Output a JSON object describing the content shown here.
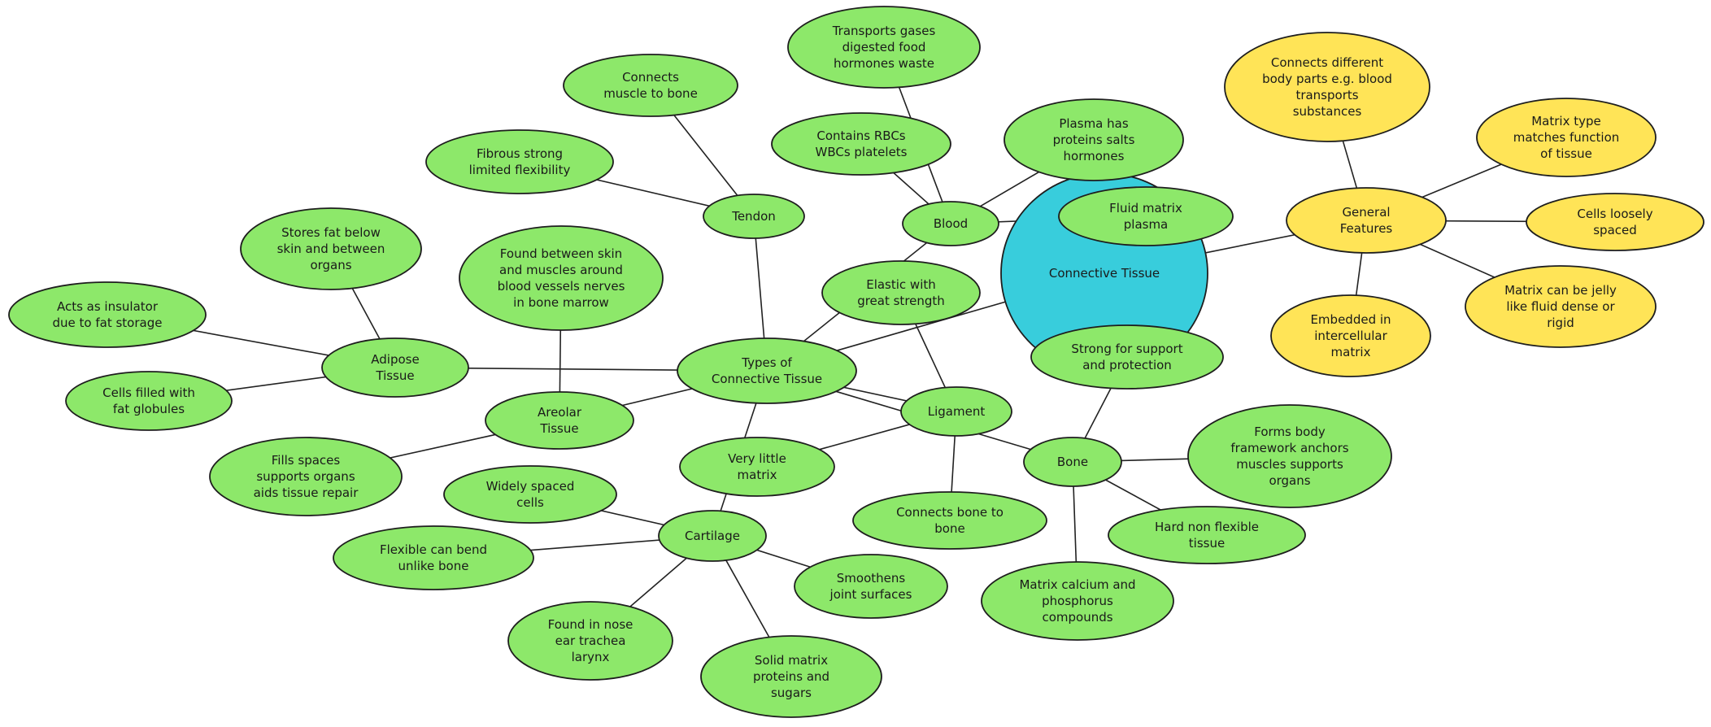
{
  "diagram": {
    "colors": {
      "root": "#38CDDC",
      "branch": "#8DE86A",
      "general": "#FFE457",
      "stroke": "#1e1e1e"
    },
    "nodes": [
      {
        "id": "root",
        "kind": "root",
        "lines": [
          "Connective Tissue"
        ]
      },
      {
        "id": "types",
        "kind": "branch",
        "lines": [
          "Types of",
          "Connective Tissue"
        ]
      },
      {
        "id": "adipose",
        "kind": "branch",
        "lines": [
          "Adipose",
          "Tissue"
        ]
      },
      {
        "id": "stores_fat",
        "kind": "branch",
        "lines": [
          "Stores fat below",
          "skin and between",
          "organs"
        ]
      },
      {
        "id": "insulator",
        "kind": "branch",
        "lines": [
          "Acts as insulator",
          "due to fat storage"
        ]
      },
      {
        "id": "fat_globules",
        "kind": "branch",
        "lines": [
          "Cells filled with",
          "fat globules"
        ]
      },
      {
        "id": "areolar",
        "kind": "branch",
        "lines": [
          "Areolar",
          "Tissue"
        ]
      },
      {
        "id": "found_between",
        "kind": "branch",
        "lines": [
          "Found between skin",
          "and muscles around",
          "blood vessels nerves",
          "in bone marrow"
        ]
      },
      {
        "id": "fills_spaces",
        "kind": "branch",
        "lines": [
          "Fills spaces",
          "supports organs",
          "aids tissue repair"
        ]
      },
      {
        "id": "tendon",
        "kind": "branch",
        "lines": [
          "Tendon"
        ]
      },
      {
        "id": "muscle_bone",
        "kind": "branch",
        "lines": [
          "Connects",
          "muscle to bone"
        ]
      },
      {
        "id": "fibrous",
        "kind": "branch",
        "lines": [
          "Fibrous strong",
          "limited flexibility"
        ]
      },
      {
        "id": "blood",
        "kind": "branch",
        "lines": [
          "Blood"
        ]
      },
      {
        "id": "transports",
        "kind": "branch",
        "lines": [
          "Transports gases",
          "digested food",
          "hormones waste"
        ]
      },
      {
        "id": "rbcs",
        "kind": "branch",
        "lines": [
          "Contains RBCs",
          "WBCs platelets"
        ]
      },
      {
        "id": "plasma_has",
        "kind": "branch",
        "lines": [
          "Plasma has",
          "proteins salts",
          "hormones"
        ]
      },
      {
        "id": "fluid_matrix",
        "kind": "branch",
        "lines": [
          "Fluid matrix",
          "plasma"
        ]
      },
      {
        "id": "general",
        "kind": "general",
        "lines": [
          "General",
          "Features"
        ]
      },
      {
        "id": "connects_parts",
        "kind": "general",
        "lines": [
          "Connects different",
          "body parts e.g. blood",
          "transports",
          "substances"
        ]
      },
      {
        "id": "matrix_type",
        "kind": "general",
        "lines": [
          "Matrix type",
          "matches function",
          "of tissue"
        ]
      },
      {
        "id": "cells_loose",
        "kind": "general",
        "lines": [
          "Cells loosely",
          "spaced"
        ]
      },
      {
        "id": "matrix_jelly",
        "kind": "general",
        "lines": [
          "Matrix can be jelly",
          "like fluid dense or",
          "rigid"
        ]
      },
      {
        "id": "embedded",
        "kind": "general",
        "lines": [
          "Embedded in",
          "intercellular",
          "matrix"
        ]
      },
      {
        "id": "elastic",
        "kind": "branch",
        "lines": [
          "Elastic with",
          "great strength"
        ]
      },
      {
        "id": "strong_support",
        "kind": "branch",
        "lines": [
          "Strong for support",
          "and protection"
        ]
      },
      {
        "id": "ligament",
        "kind": "branch",
        "lines": [
          "Ligament"
        ]
      },
      {
        "id": "little_matrix",
        "kind": "branch",
        "lines": [
          "Very little",
          "matrix"
        ]
      },
      {
        "id": "bone_bone",
        "kind": "branch",
        "lines": [
          "Connects bone to",
          "bone"
        ]
      },
      {
        "id": "bone",
        "kind": "branch",
        "lines": [
          "Bone"
        ]
      },
      {
        "id": "framework",
        "kind": "branch",
        "lines": [
          "Forms body",
          "framework anchors",
          "muscles supports",
          "organs"
        ]
      },
      {
        "id": "hard",
        "kind": "branch",
        "lines": [
          "Hard non flexible",
          "tissue"
        ]
      },
      {
        "id": "calcium",
        "kind": "branch",
        "lines": [
          "Matrix calcium and",
          "phosphorus",
          "compounds"
        ]
      },
      {
        "id": "cartilage",
        "kind": "branch",
        "lines": [
          "Cartilage"
        ]
      },
      {
        "id": "widely",
        "kind": "branch",
        "lines": [
          "Widely spaced",
          "cells"
        ]
      },
      {
        "id": "flexible",
        "kind": "branch",
        "lines": [
          "Flexible can bend",
          "unlike bone"
        ]
      },
      {
        "id": "smoothens",
        "kind": "branch",
        "lines": [
          "Smoothens",
          "joint surfaces"
        ]
      },
      {
        "id": "nose",
        "kind": "branch",
        "lines": [
          "Found in nose",
          "ear trachea",
          "larynx"
        ]
      },
      {
        "id": "solid",
        "kind": "branch",
        "lines": [
          "Solid matrix",
          "proteins and",
          "sugars"
        ]
      }
    ],
    "edges": [
      [
        "types",
        "root"
      ],
      [
        "types",
        "adipose"
      ],
      [
        "types",
        "areolar"
      ],
      [
        "types",
        "tendon"
      ],
      [
        "types",
        "blood"
      ],
      [
        "types",
        "ligament"
      ],
      [
        "types",
        "bone"
      ],
      [
        "types",
        "cartilage"
      ],
      [
        "adipose",
        "stores_fat"
      ],
      [
        "adipose",
        "insulator"
      ],
      [
        "adipose",
        "fat_globules"
      ],
      [
        "areolar",
        "found_between"
      ],
      [
        "areolar",
        "fills_spaces"
      ],
      [
        "tendon",
        "muscle_bone"
      ],
      [
        "tendon",
        "fibrous"
      ],
      [
        "blood",
        "transports"
      ],
      [
        "blood",
        "rbcs"
      ],
      [
        "blood",
        "plasma_has"
      ],
      [
        "blood",
        "fluid_matrix"
      ],
      [
        "ligament",
        "elastic"
      ],
      [
        "ligament",
        "little_matrix"
      ],
      [
        "ligament",
        "bone_bone"
      ],
      [
        "bone",
        "strong_support"
      ],
      [
        "bone",
        "framework"
      ],
      [
        "bone",
        "hard"
      ],
      [
        "bone",
        "calcium"
      ],
      [
        "cartilage",
        "widely"
      ],
      [
        "cartilage",
        "flexible"
      ],
      [
        "cartilage",
        "smoothens"
      ],
      [
        "cartilage",
        "nose"
      ],
      [
        "cartilage",
        "solid"
      ],
      [
        "root",
        "general"
      ],
      [
        "general",
        "connects_parts"
      ],
      [
        "general",
        "matrix_type"
      ],
      [
        "general",
        "cells_loose"
      ],
      [
        "general",
        "matrix_jelly"
      ],
      [
        "general",
        "embedded"
      ]
    ]
  }
}
